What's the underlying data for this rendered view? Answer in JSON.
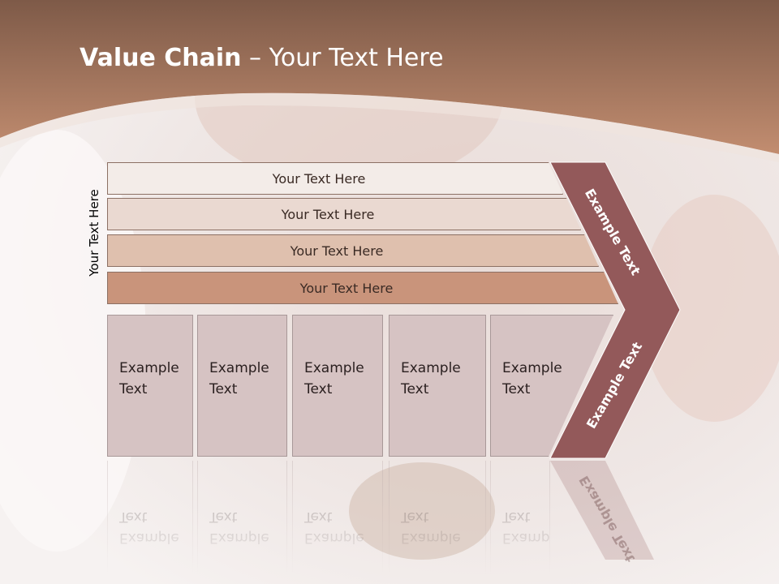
{
  "slide": {
    "title_bold": "Value Chain",
    "title_rest": " – Your Text Here",
    "side_label": "Your Text Here",
    "rows": [
      {
        "label": "Your Text Here"
      },
      {
        "label": "Your Text Here"
      },
      {
        "label": "Your Text Here"
      },
      {
        "label": "Your Text Here"
      }
    ],
    "boxes": [
      {
        "line1": "Example",
        "line2": "Text"
      },
      {
        "line1": "Example",
        "line2": "Text"
      },
      {
        "line1": "Example",
        "line2": "Text"
      },
      {
        "line1": "Example",
        "line2": "Text"
      },
      {
        "line1": "Example",
        "line2": "Text"
      }
    ],
    "chevron_top": "Example Text",
    "chevron_bottom": "Example Text"
  },
  "colors": {
    "header": "#b8846a",
    "chevron": "#93595a",
    "row_colors": [
      "#f3ece8",
      "#ead9d1",
      "#dfc0ae",
      "#c9947b"
    ],
    "box": "#d6c3c3"
  }
}
